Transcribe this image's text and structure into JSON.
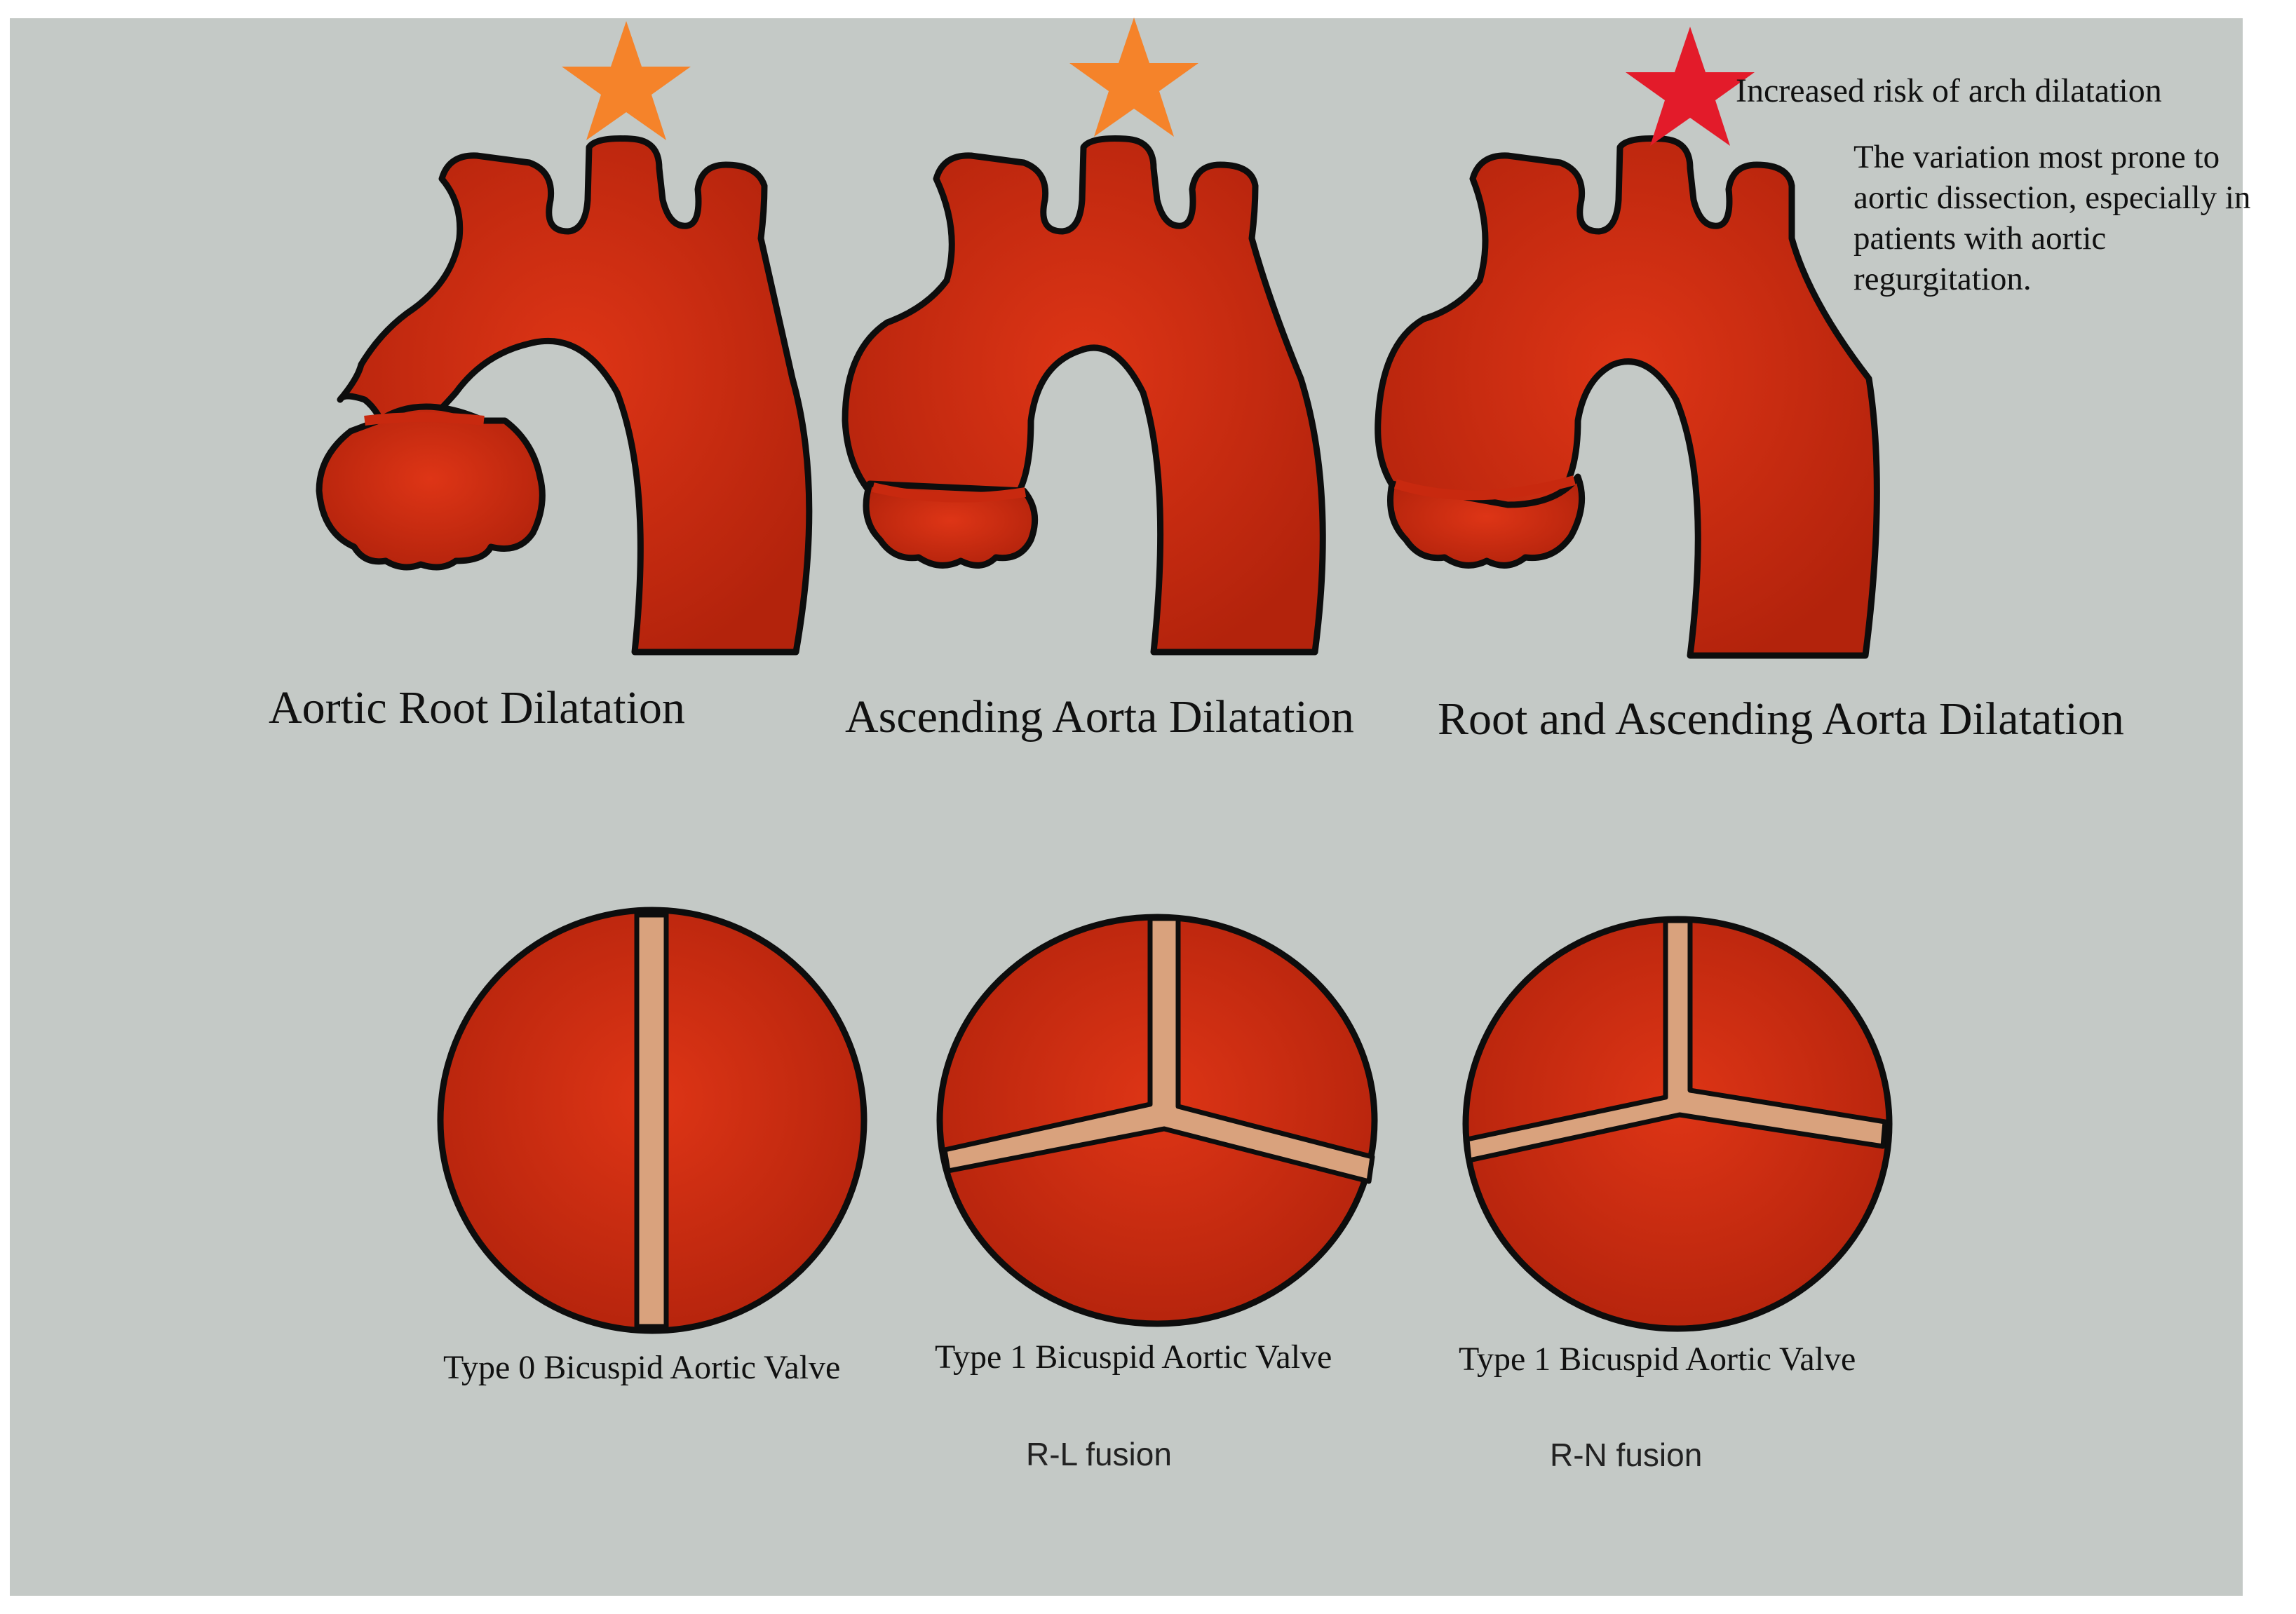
{
  "colors": {
    "background": "#c4c9c6",
    "aorta_fill": "#c8290f",
    "outline": "#0d0d0d",
    "star_normal": "#f5832a",
    "star_high_risk": "#e31b2a",
    "commissure": "#d9a27d"
  },
  "aortas": [
    {
      "label": "Aortic Root Dilatation",
      "variant": "root",
      "star": "star_normal"
    },
    {
      "label": "Ascending Aorta Dilatation",
      "variant": "ascending",
      "star": "star_normal"
    },
    {
      "label": "Root and Ascending Aorta Dilatation",
      "variant": "root-and-ascending",
      "star": "star_high_risk"
    }
  ],
  "annotations": {
    "arch_risk": "Increased risk of arch dilatation",
    "dissection_note": "The variation most prone to aortic dissection, especially in patients with aortic regurgitation."
  },
  "valves": [
    {
      "label": "Type 0 Bicuspid Aortic Valve",
      "fusion": ""
    },
    {
      "label": "Type 1 Bicuspid Aortic Valve",
      "fusion": "R-L fusion"
    },
    {
      "label": "Type 1 Bicuspid Aortic Valve",
      "fusion": "R-N fusion"
    }
  ]
}
